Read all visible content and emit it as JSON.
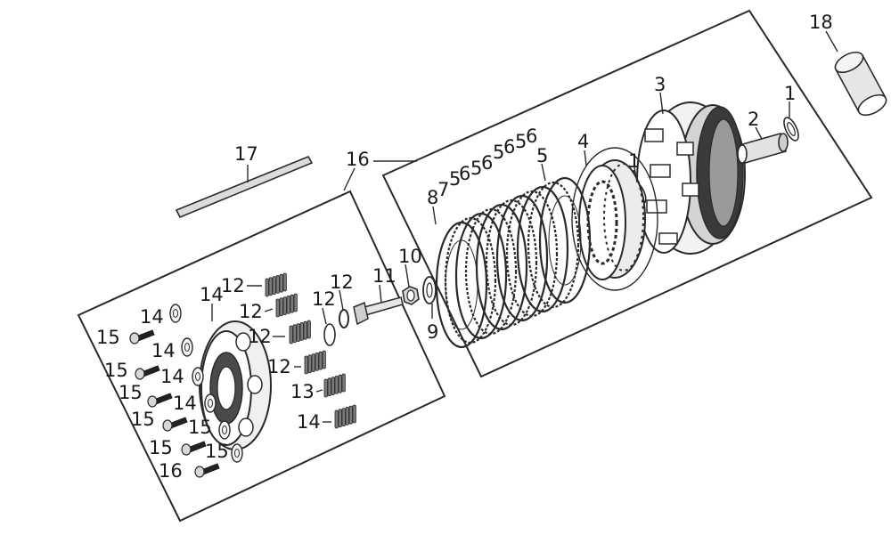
{
  "diagram": {
    "callouts": [
      "1",
      "1",
      "2",
      "3",
      "4",
      "5",
      "6",
      "5",
      "6",
      "5",
      "6",
      "5",
      "6",
      "5",
      "7",
      "8",
      "9",
      "10",
      "11",
      "12",
      "12",
      "12",
      "12",
      "12",
      "12",
      "13",
      "14",
      "14",
      "14",
      "14",
      "14",
      "14",
      "15",
      "15",
      "15",
      "15",
      "15",
      "15",
      "15",
      "16",
      "17",
      "18"
    ],
    "colors": {
      "line": "#2a2a2a",
      "fill_dark": "#333333",
      "fill_mid": "#8c8c8c",
      "fill_light": "#dcdcdc"
    }
  }
}
